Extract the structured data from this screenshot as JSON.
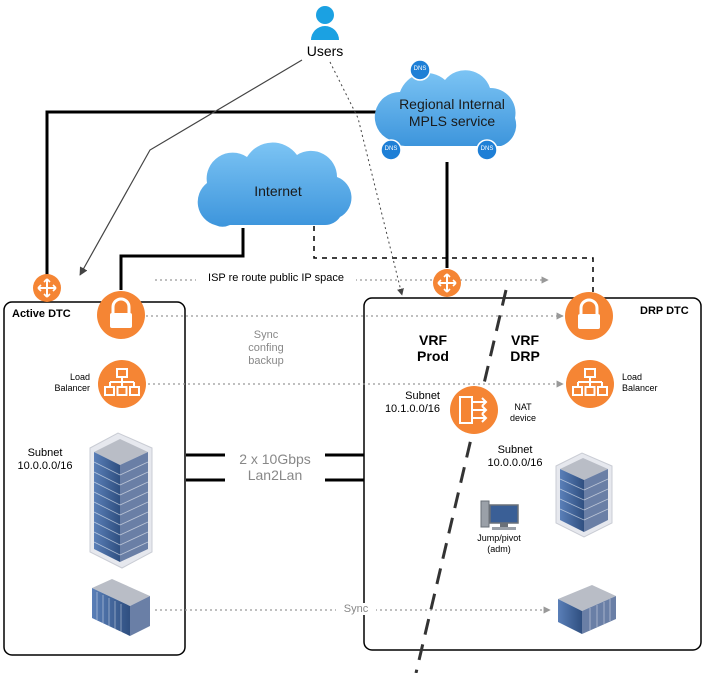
{
  "users": {
    "label": "Users"
  },
  "clouds": {
    "mpls": {
      "label": "Regional Internal MPLS service",
      "dns_labels": [
        "DNS",
        "DNS",
        "DNS"
      ]
    },
    "internet": {
      "label": "Internet"
    }
  },
  "links": {
    "isp_reroute": "ISP re route public IP space",
    "sync_config": "Sync\nconfing\nbackup",
    "lan2lan": "2 x 10Gbps\nLan2Lan",
    "sync": "Sync"
  },
  "active_dtc": {
    "title": "Active DTC",
    "load_balancer": "Load\nBalancer",
    "subnet": "Subnet\n10.0.0.0/16"
  },
  "drp_dtc": {
    "title": "DRP DTC",
    "vrf_prod": "VRF\nProd",
    "vrf_drp": "VRF\nDRP",
    "subnet_prod": "Subnet\n10.1.0.0/16",
    "nat_device": "NAT\ndevice",
    "subnet_drp": "Subnet\n10.0.0.0/16",
    "load_balancer": "Load\nBalancer",
    "jump_pivot": "Jump/pivot\n(adm)"
  },
  "colors": {
    "orange": "#f58534",
    "cloud_blue": "#5bb0ea",
    "dns_blue": "#1e7fd6",
    "user_blue": "#1ba1e2",
    "server_blue": "#3a5f96"
  }
}
